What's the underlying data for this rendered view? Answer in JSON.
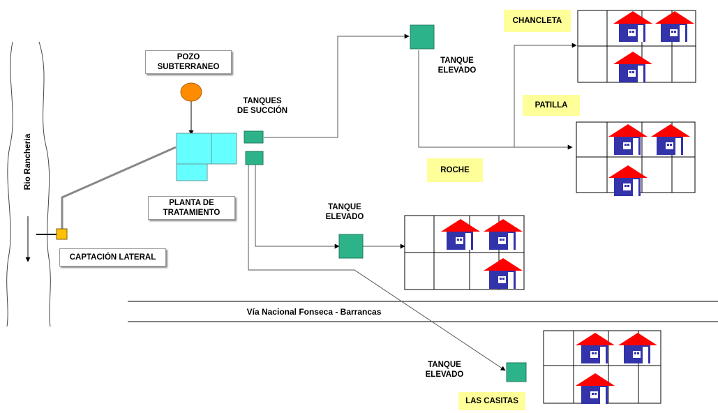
{
  "labels": {
    "pozo": "POZO\nSUBTERRANEO",
    "tanques_succion": "TANQUES\nDE SUCCIÓN",
    "planta": "PLANTA DE\nTRATAMIENTO",
    "captacion": "CAPTACIÓN LATERAL",
    "tanque_elevado_1": "TANQUE\nELEVADO",
    "tanque_elevado_2": "TANQUE\nELEVADO",
    "tanque_elevado_3": "TANQUE\nELEVADO",
    "chancleta": "CHANCLETA",
    "patilla": "PATILLA",
    "roche": "ROCHE",
    "las_casitas": "LAS CASITAS",
    "rio": "Rio Rancheria",
    "via": "Vía Nacional Fonseca - Barrancas"
  },
  "colors": {
    "tank": "#2db38a",
    "tank_dark": "#1f7a5c",
    "plant": "#66ffff",
    "well": "#ff8c00",
    "intake": "#ffc000",
    "roof": "#ff0000",
    "house_wall": "#3333aa",
    "label_yellow": "#ffff99"
  }
}
